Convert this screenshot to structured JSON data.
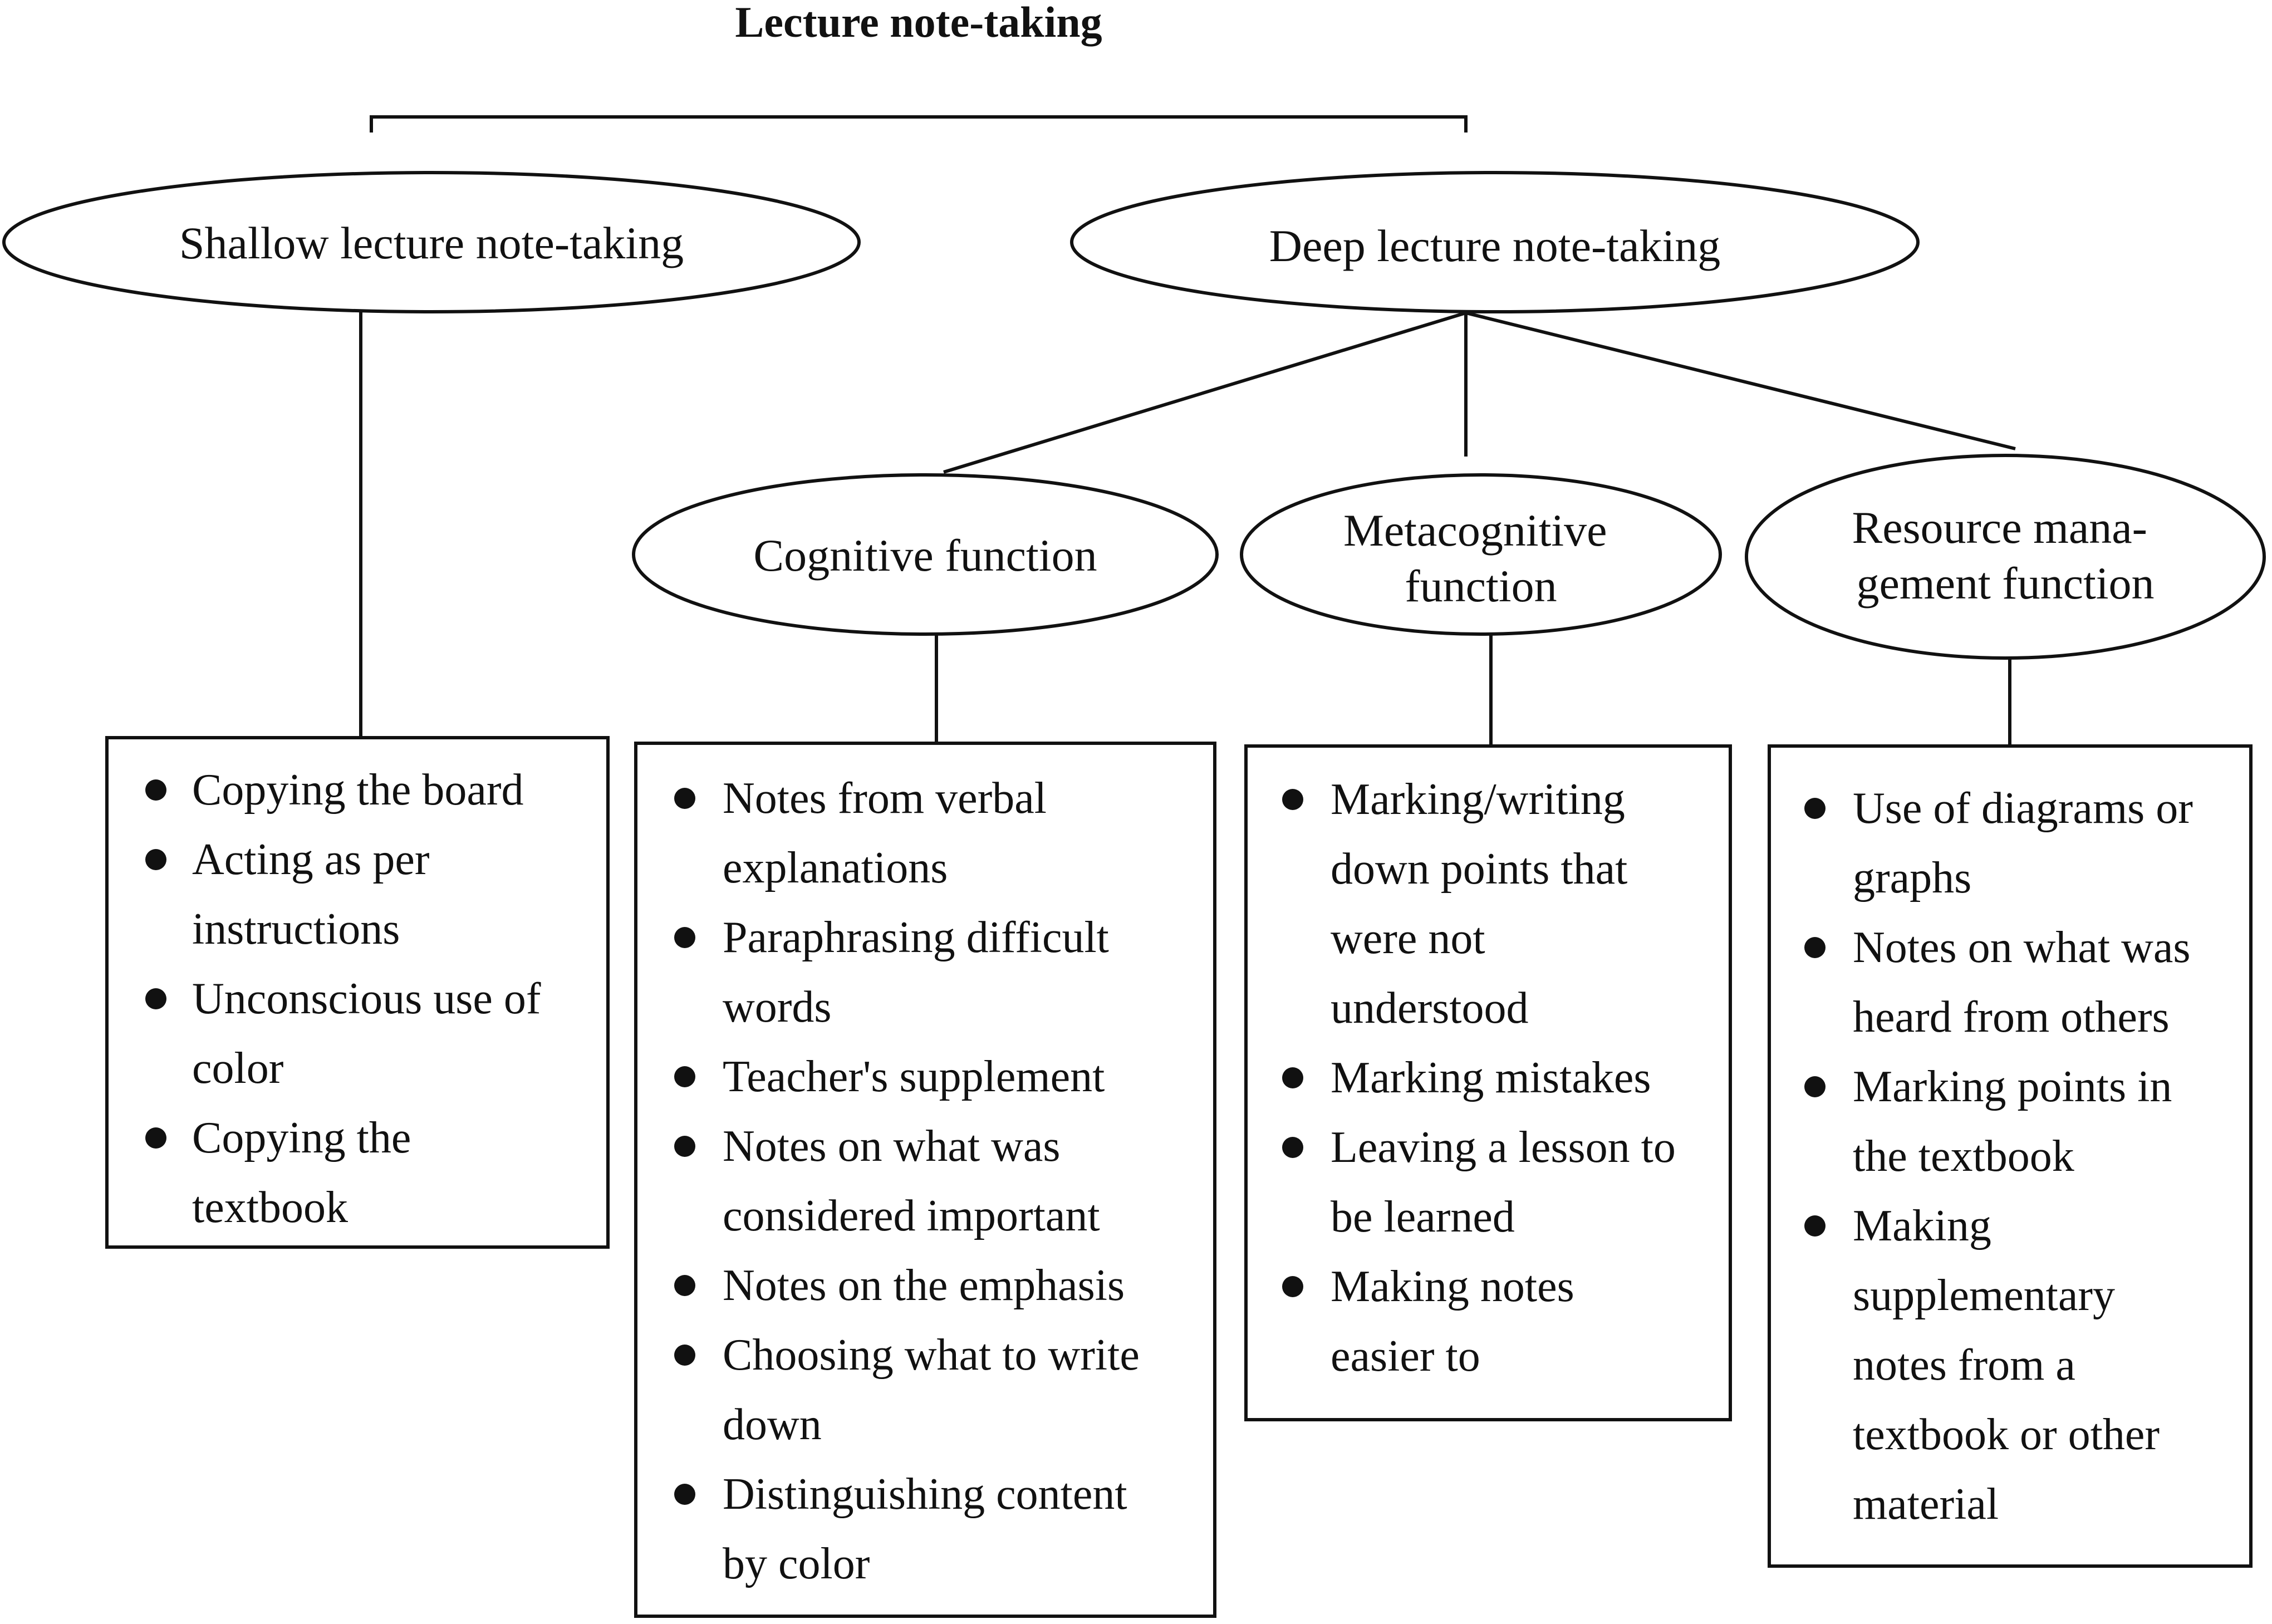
{
  "title": "Lecture note-taking",
  "nodes": {
    "shallow": {
      "lines": [
        "Shallow lecture note-taking"
      ]
    },
    "deep": {
      "lines": [
        "Deep lecture note-taking"
      ]
    },
    "cognitive": {
      "lines": [
        "Cognitive function"
      ]
    },
    "metacognitive": {
      "lines": [
        "Metacognitive",
        "function"
      ]
    },
    "resource": {
      "lines": [
        "Resource mana-",
        "gement function"
      ]
    }
  },
  "lists": {
    "shallow": [
      [
        "Copying the board"
      ],
      [
        "Acting as per",
        "instructions"
      ],
      [
        "Unconscious use of",
        "color"
      ],
      [
        "Copying the",
        "textbook"
      ]
    ],
    "cognitive": [
      [
        "Notes from verbal",
        "explanations"
      ],
      [
        "Paraphrasing difficult",
        "words"
      ],
      [
        "Teacher's supplement"
      ],
      [
        "Notes on what was",
        "considered important"
      ],
      [
        "Notes on the emphasis"
      ],
      [
        "Choosing what to write",
        "down"
      ],
      [
        "Distinguishing content",
        "by color"
      ]
    ],
    "metacognitive": [
      [
        "Marking/writing",
        "down points that",
        "were not",
        "understood"
      ],
      [
        "Marking mistakes"
      ],
      [
        "Leaving a lesson to",
        "be learned"
      ],
      [
        "Making notes",
        "easier to"
      ]
    ],
    "resource": [
      [
        "Use of diagrams or",
        "graphs"
      ],
      [
        "Notes on what was",
        "heard from others"
      ],
      [
        "Marking points in",
        "the textbook"
      ],
      [
        "Making",
        "supplementary",
        "notes from a",
        "textbook or other",
        "material"
      ]
    ]
  }
}
